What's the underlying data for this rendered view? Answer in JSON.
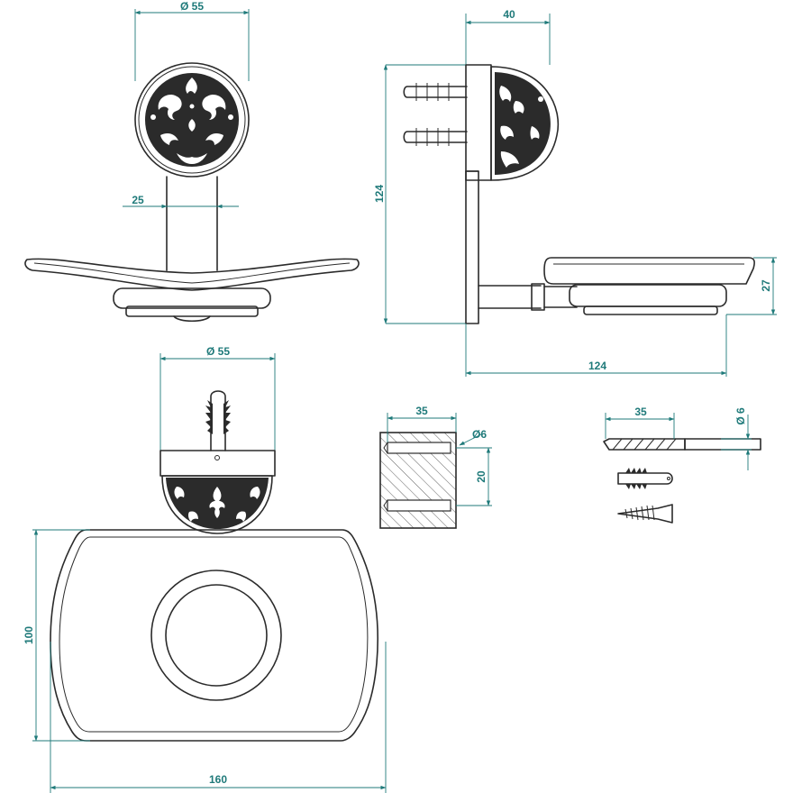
{
  "dimensions": {
    "front_diameter": "Ø 55",
    "front_post": "25",
    "side_depth": "40",
    "side_height": "124",
    "side_reach": "124",
    "side_tray_height": "27",
    "bottom_diameter": "Ø 55",
    "plan_height": "100",
    "plan_width": "160",
    "hole_depth": "35",
    "hole_diameter": "Ø6",
    "hole_spacing": "20",
    "drill_length": "35",
    "drill_diameter": "Ø 6"
  },
  "colors": {
    "dimension": "#1f7a7a",
    "outline": "#2b2b2b"
  },
  "icons": [
    "rosette-ornament",
    "wall-plug",
    "drill-bit",
    "screw"
  ]
}
